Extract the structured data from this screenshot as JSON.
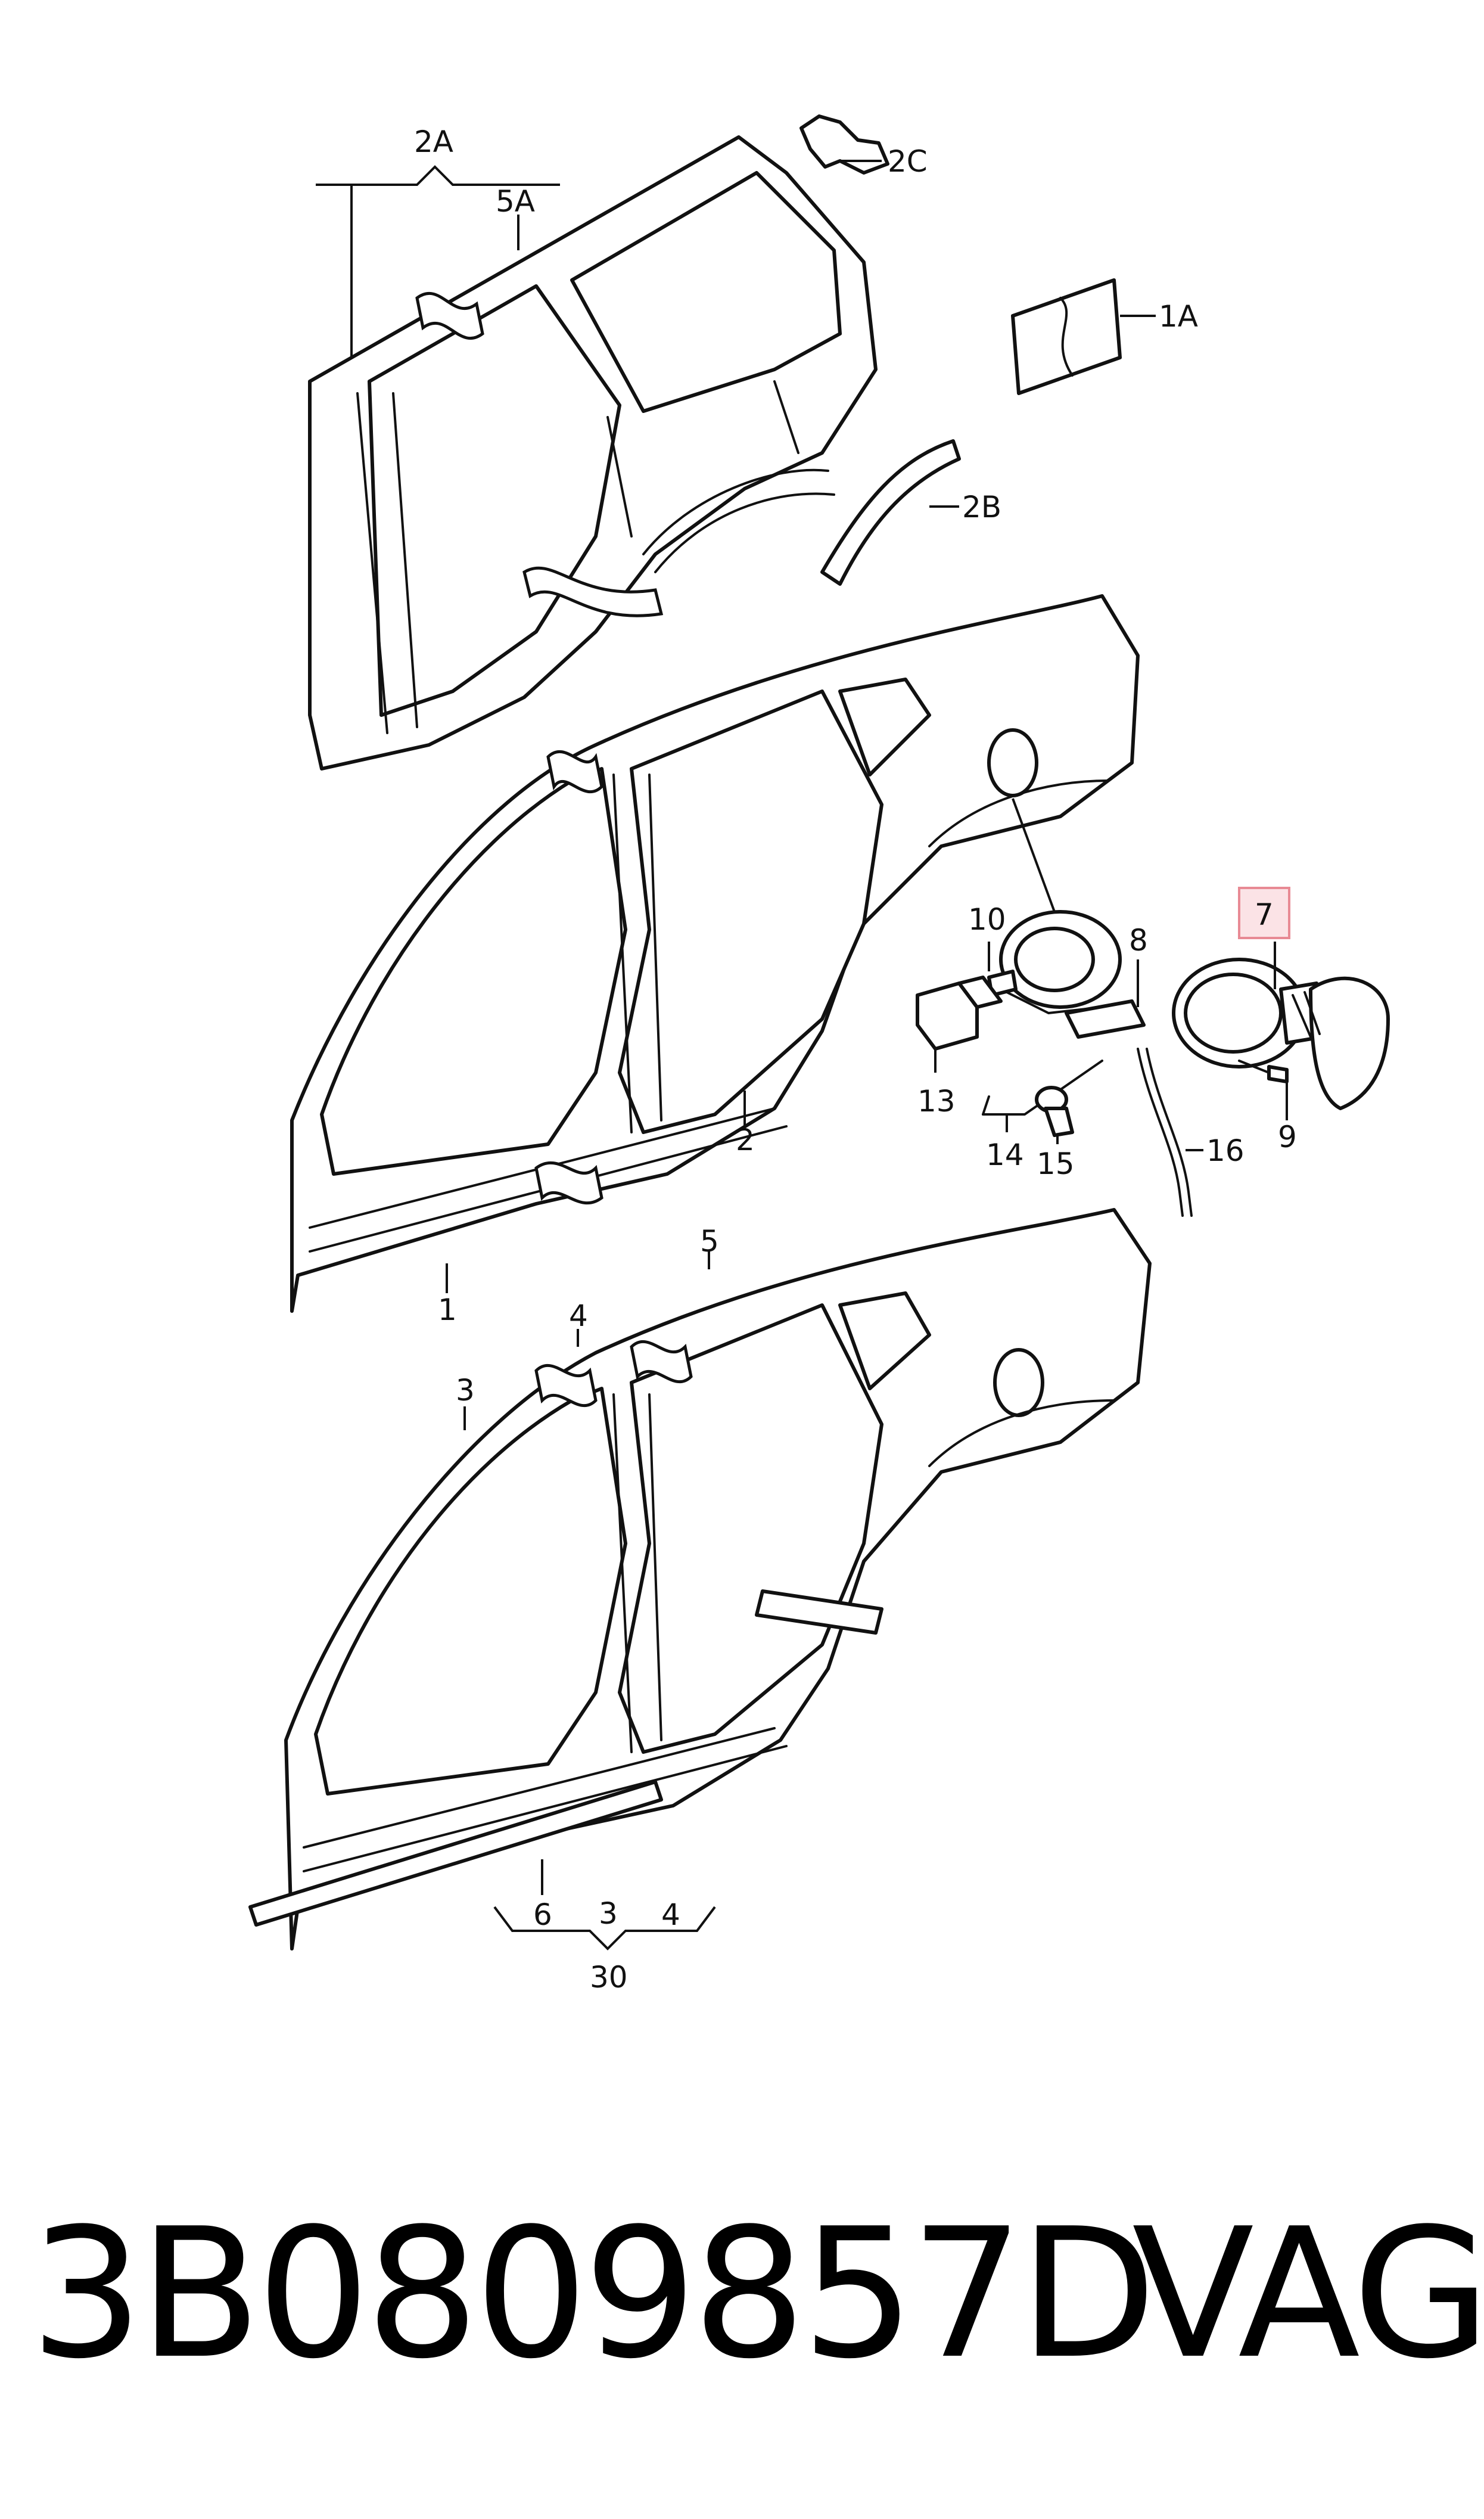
{
  "callouts": {
    "c2A": "2A",
    "c5A": "5A",
    "c2C": "2C",
    "c1A": "1A",
    "c2B": "2B",
    "c10": "10",
    "c8": "8",
    "c7": "7",
    "c13": "13",
    "c14": "14",
    "c15": "15",
    "c16": "16",
    "c9": "9",
    "c2": "2",
    "c1": "1",
    "c5": "5",
    "c4": "4",
    "c3": "3",
    "c6": "6",
    "c3b": "3",
    "c4b": "4",
    "c30": "30"
  },
  "highlight": {
    "color": "#e88a94",
    "fill": "#fbe3e6",
    "label": "7"
  },
  "footer": {
    "part_number": "3B0809857D",
    "brand": "VAG"
  }
}
